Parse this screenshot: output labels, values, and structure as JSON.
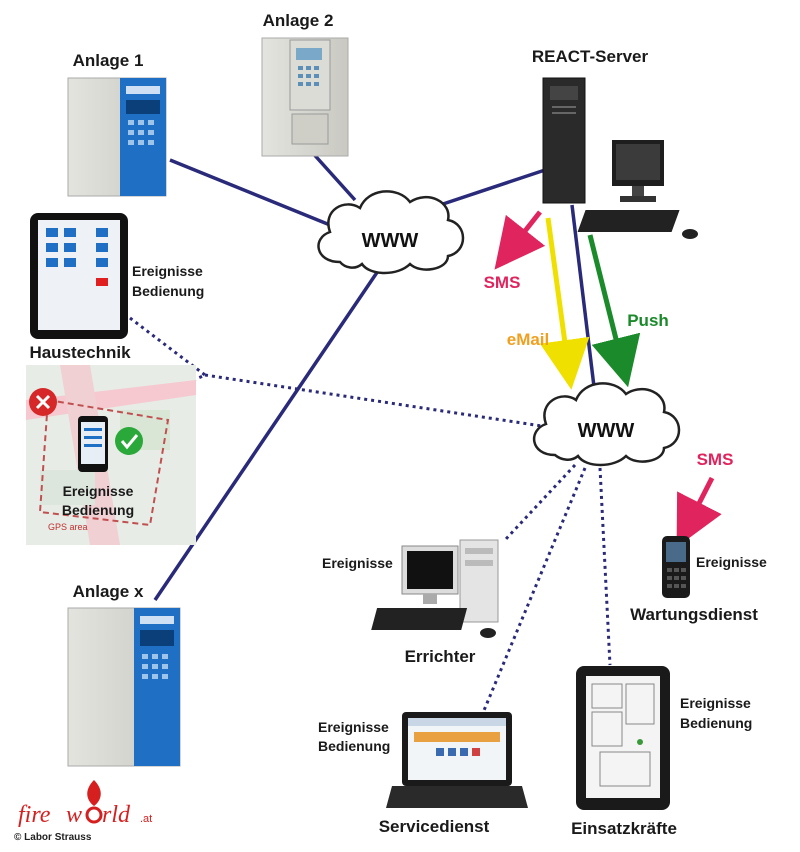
{
  "nodes": {
    "anlage1": "Anlage 1",
    "anlage2": "Anlage 2",
    "anlagex": "Anlage x",
    "server": "REACT-Server",
    "haustechnik": "Haustechnik",
    "errichter": "Errichter",
    "servicedienst": "Servicedienst",
    "einsatzkraefte": "Einsatzkräfte",
    "wartungsdienst": "Wartungsdienst"
  },
  "clouds": {
    "www1": "WWW",
    "www2": "WWW"
  },
  "events": {
    "ereignisse": "Ereignisse",
    "bedienung": "Bedienung"
  },
  "channels": {
    "sms": "SMS",
    "email": "eMail",
    "push": "Push",
    "sms2": "SMS"
  },
  "map": {
    "gps_area": "GPS area"
  },
  "branding": {
    "logo_text_a": "fire",
    "logo_text_b": "w",
    "logo_text_c": "rld",
    "logo_suffix": ".at",
    "credit": "© Labor Strauss"
  },
  "colors": {
    "link": "#2a2a7a",
    "sms": "#e0245e",
    "email": "#f0e000",
    "push": "#1a8a2a",
    "email_label": "#f0a020",
    "panel_blue": "#1f6fc4"
  }
}
